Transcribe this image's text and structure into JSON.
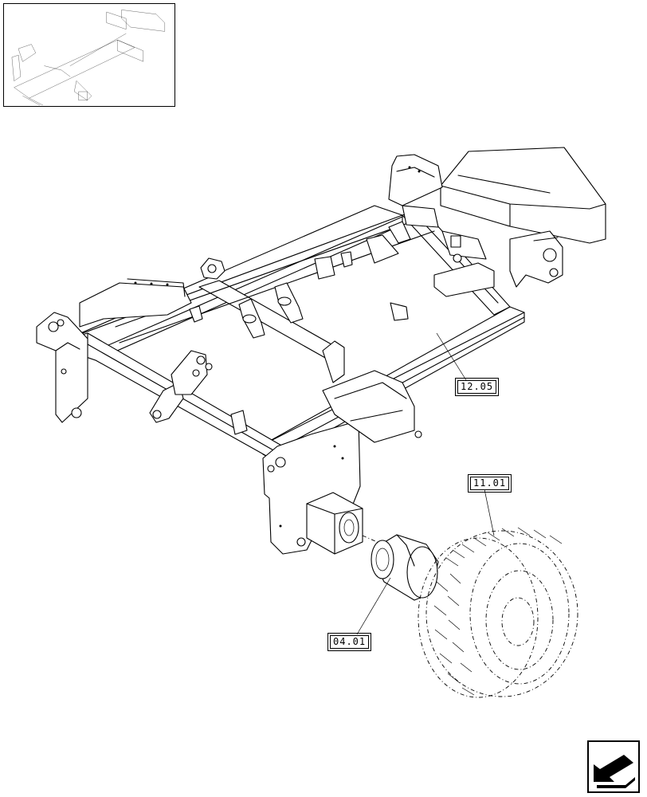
{
  "callouts": {
    "frame_ref": "12.05",
    "wheel_ref": "11.01",
    "hub_ref": "04.01"
  },
  "icons": {
    "thumbnail": "overview-thumbnail-icon",
    "navigation": "next-page-arrow-icon"
  }
}
